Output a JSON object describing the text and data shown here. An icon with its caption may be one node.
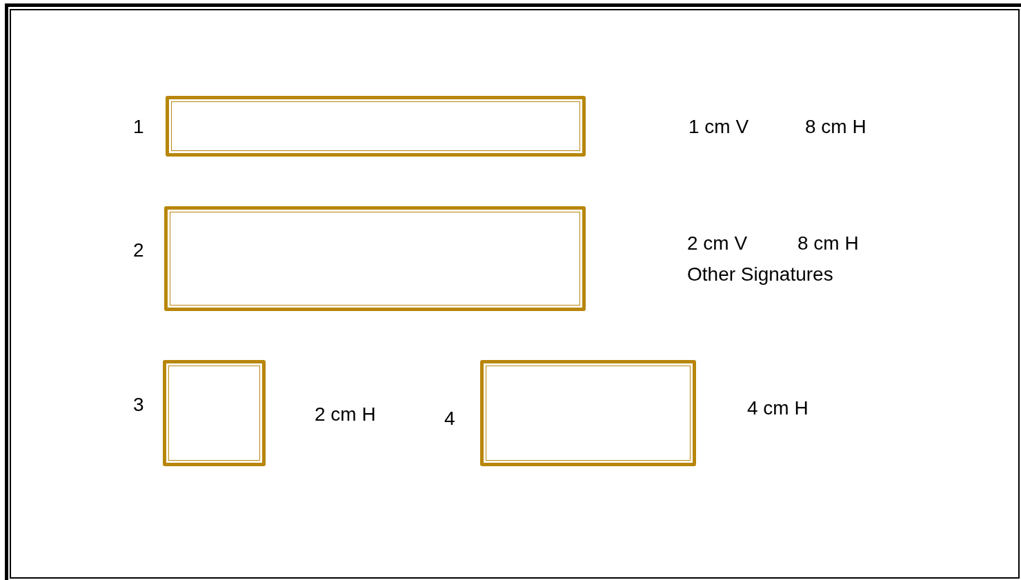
{
  "diagram": {
    "nodes": [
      {
        "text": [],
        "shape": "box"
      },
      {
        "text": [],
        "shape": "box"
      },
      {
        "text": [],
        "shape": "box"
      },
      {
        "text": [],
        "shape": "box"
      }
    ],
    "labels": [
      "1",
      "1 cm V",
      "8 cm H",
      "2",
      "2 cm V",
      "8 cm H",
      "Other Signatures",
      "3",
      "2 cm H",
      "4",
      "4 cm H"
    ]
  }
}
